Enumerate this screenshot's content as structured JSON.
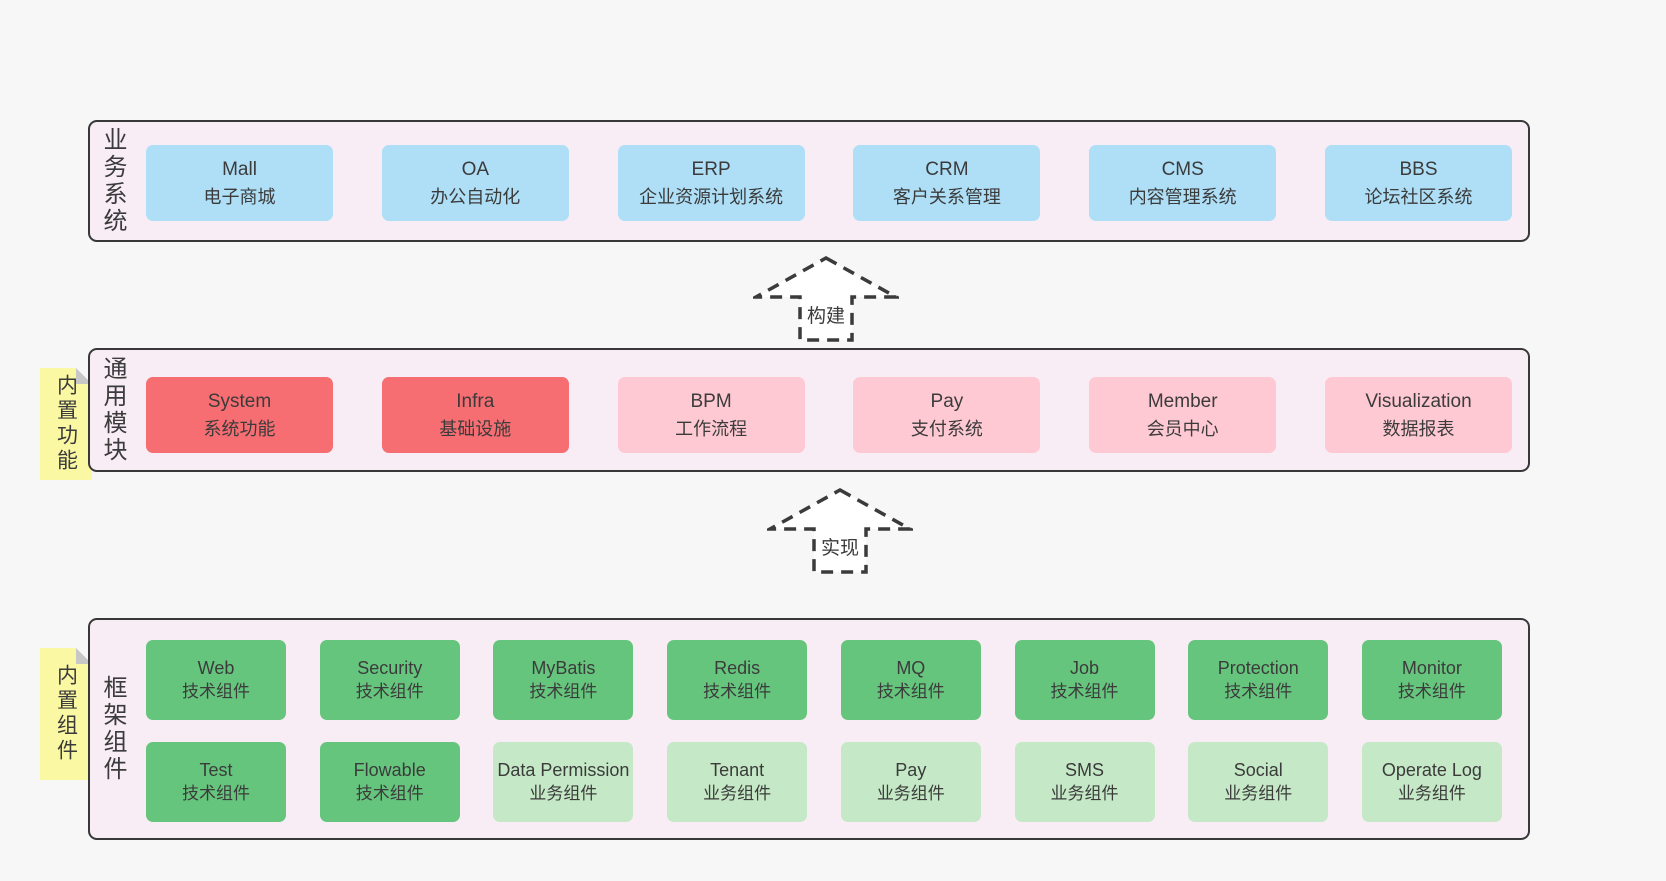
{
  "colors": {
    "page_bg": "#f7f7f7",
    "band_bg": "#f8edf5",
    "band_border": "#383838",
    "blue": "#aedff7",
    "red": "#f66d72",
    "pink": "#ffc9d3",
    "green": "#66c57d",
    "green_light": "#c5e8c6",
    "sticky_yellow": "#fbf8a3",
    "sticky_fold": "#c7c7c7",
    "text": "#3b3b3b"
  },
  "arrows": [
    {
      "label": "构建"
    },
    {
      "label": "实现"
    }
  ],
  "bands": [
    {
      "label": "业务系统",
      "boxes": [
        {
          "title": "Mall",
          "subtitle": "电子商城"
        },
        {
          "title": "OA",
          "subtitle": "办公自动化"
        },
        {
          "title": "ERP",
          "subtitle": "企业资源计划系统"
        },
        {
          "title": "CRM",
          "subtitle": "客户关系管理"
        },
        {
          "title": "CMS",
          "subtitle": "内容管理系统"
        },
        {
          "title": "BBS",
          "subtitle": "论坛社区系统"
        }
      ]
    },
    {
      "label": "通用模块",
      "sticky": "内置功能",
      "boxes": [
        {
          "title": "System",
          "subtitle": "系统功能"
        },
        {
          "title": "Infra",
          "subtitle": "基础设施"
        },
        {
          "title": "BPM",
          "subtitle": "工作流程"
        },
        {
          "title": "Pay",
          "subtitle": "支付系统"
        },
        {
          "title": "Member",
          "subtitle": "会员中心"
        },
        {
          "title": "Visualization",
          "subtitle": "数据报表"
        }
      ]
    },
    {
      "label": "框架组件",
      "sticky": "内置组件",
      "rows": [
        [
          {
            "title": "Web",
            "subtitle": "技术组件"
          },
          {
            "title": "Security",
            "subtitle": "技术组件"
          },
          {
            "title": "MyBatis",
            "subtitle": "技术组件"
          },
          {
            "title": "Redis",
            "subtitle": "技术组件"
          },
          {
            "title": "MQ",
            "subtitle": "技术组件"
          },
          {
            "title": "Job",
            "subtitle": "技术组件"
          },
          {
            "title": "Protection",
            "subtitle": "技术组件"
          },
          {
            "title": "Monitor",
            "subtitle": "技术组件"
          }
        ],
        [
          {
            "title": "Test",
            "subtitle": "技术组件"
          },
          {
            "title": "Flowable",
            "subtitle": "技术组件"
          },
          {
            "title": "Data Permission",
            "subtitle": "业务组件"
          },
          {
            "title": "Tenant",
            "subtitle": "业务组件"
          },
          {
            "title": "Pay",
            "subtitle": "业务组件"
          },
          {
            "title": "SMS",
            "subtitle": "业务组件"
          },
          {
            "title": "Social",
            "subtitle": "业务组件"
          },
          {
            "title": "Operate Log",
            "subtitle": "业务组件"
          }
        ]
      ]
    }
  ]
}
